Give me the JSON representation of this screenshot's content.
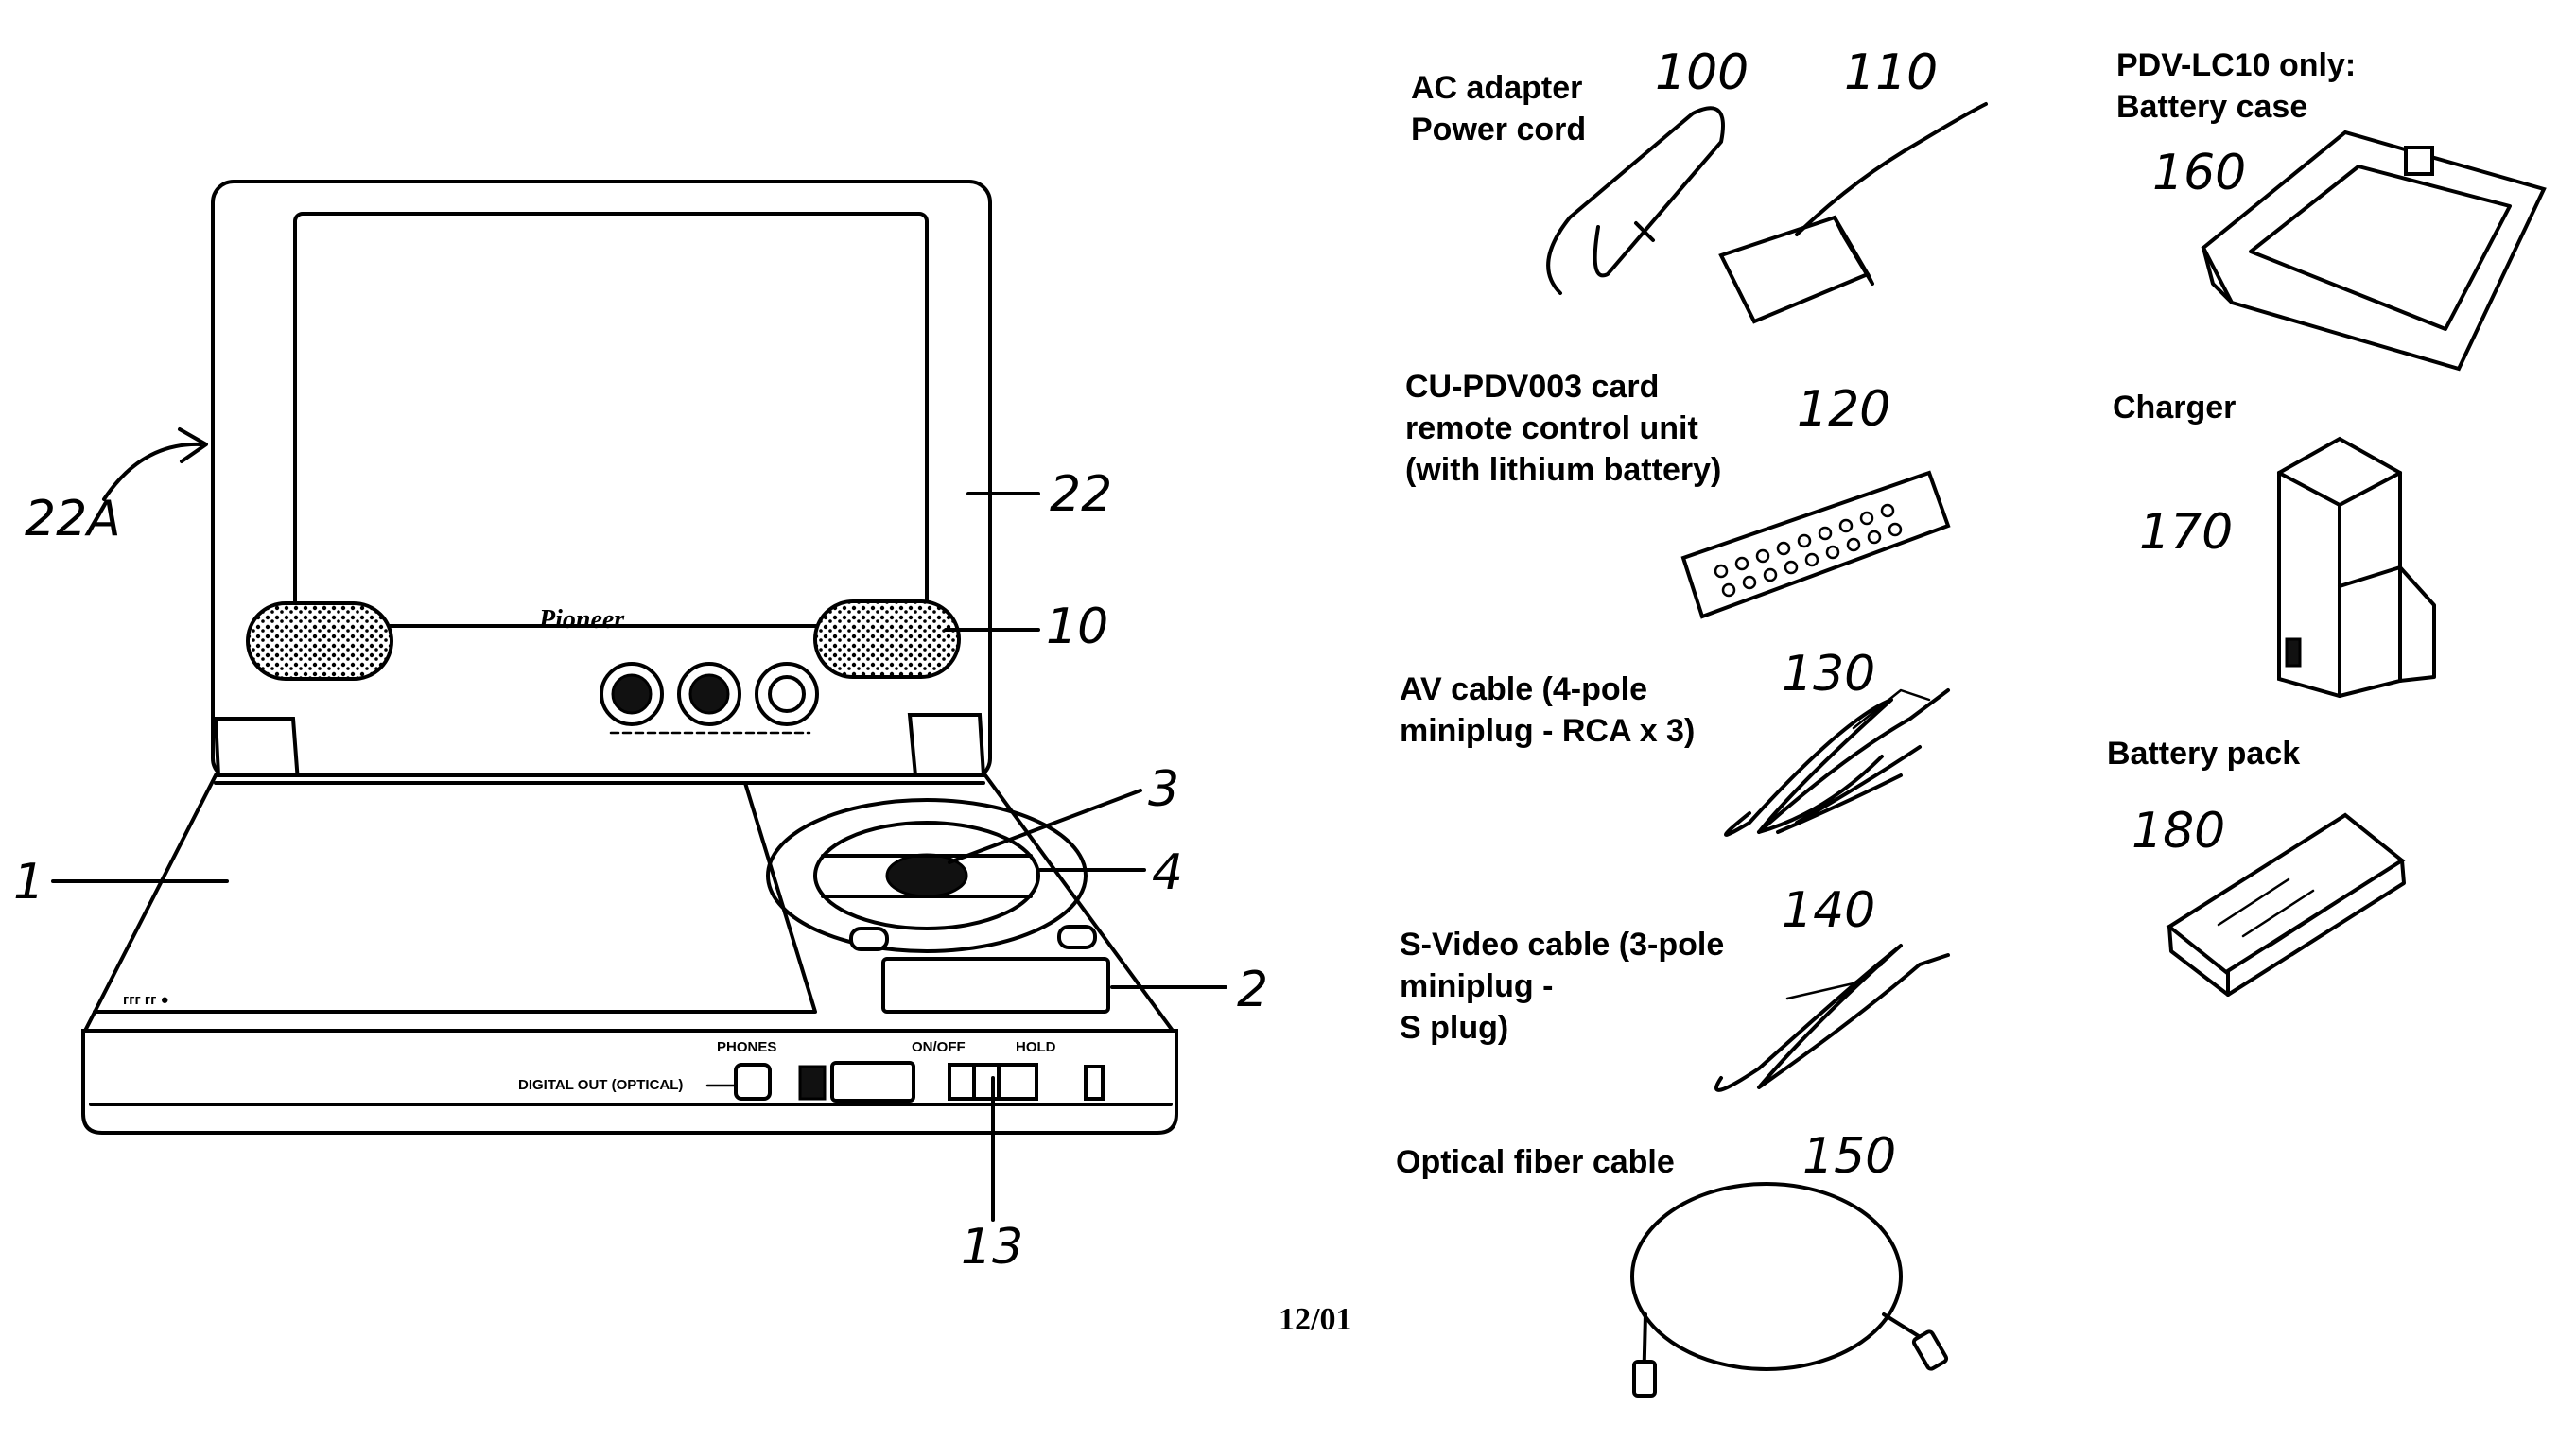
{
  "figure_date": "12/01",
  "brand_mark": "Pioneer",
  "player": {
    "ref_22a": "22A",
    "ref_22": "22",
    "ref_10": "10",
    "ref_3": "3",
    "ref_4": "4",
    "ref_1": "1",
    "ref_2": "2",
    "ref_13": "13",
    "label_phones": "PHONES",
    "label_digital_out": "DIGITAL OUT (OPTICAL)",
    "label_on_off": "ON/OFF",
    "label_hold": "HOLD"
  },
  "accessories": {
    "ac_adapter": {
      "line1": "AC adapter",
      "line2": "Power cord",
      "ref_cord": "100",
      "ref_adapter": "110"
    },
    "remote": {
      "line1": "CU-PDV003 card",
      "line2": "remote control unit",
      "line3": "(with lithium battery)",
      "ref": "120"
    },
    "av_cable": {
      "line1": "AV cable (4-pole",
      "line2": "miniplug - RCA x 3)",
      "ref": "130"
    },
    "svideo_cable": {
      "line1": "S-Video cable (3-pole",
      "line2": "miniplug -",
      "line3": "S plug)",
      "ref": "140"
    },
    "optical_cable": {
      "line1": "Optical fiber cable",
      "ref": "150"
    },
    "battery_case": {
      "line1": "PDV-LC10 only:",
      "line2": "Battery case",
      "ref": "160"
    },
    "charger": {
      "line1": "Charger",
      "ref": "170"
    },
    "battery_pack": {
      "line1": "Battery pack",
      "ref": "180"
    }
  }
}
